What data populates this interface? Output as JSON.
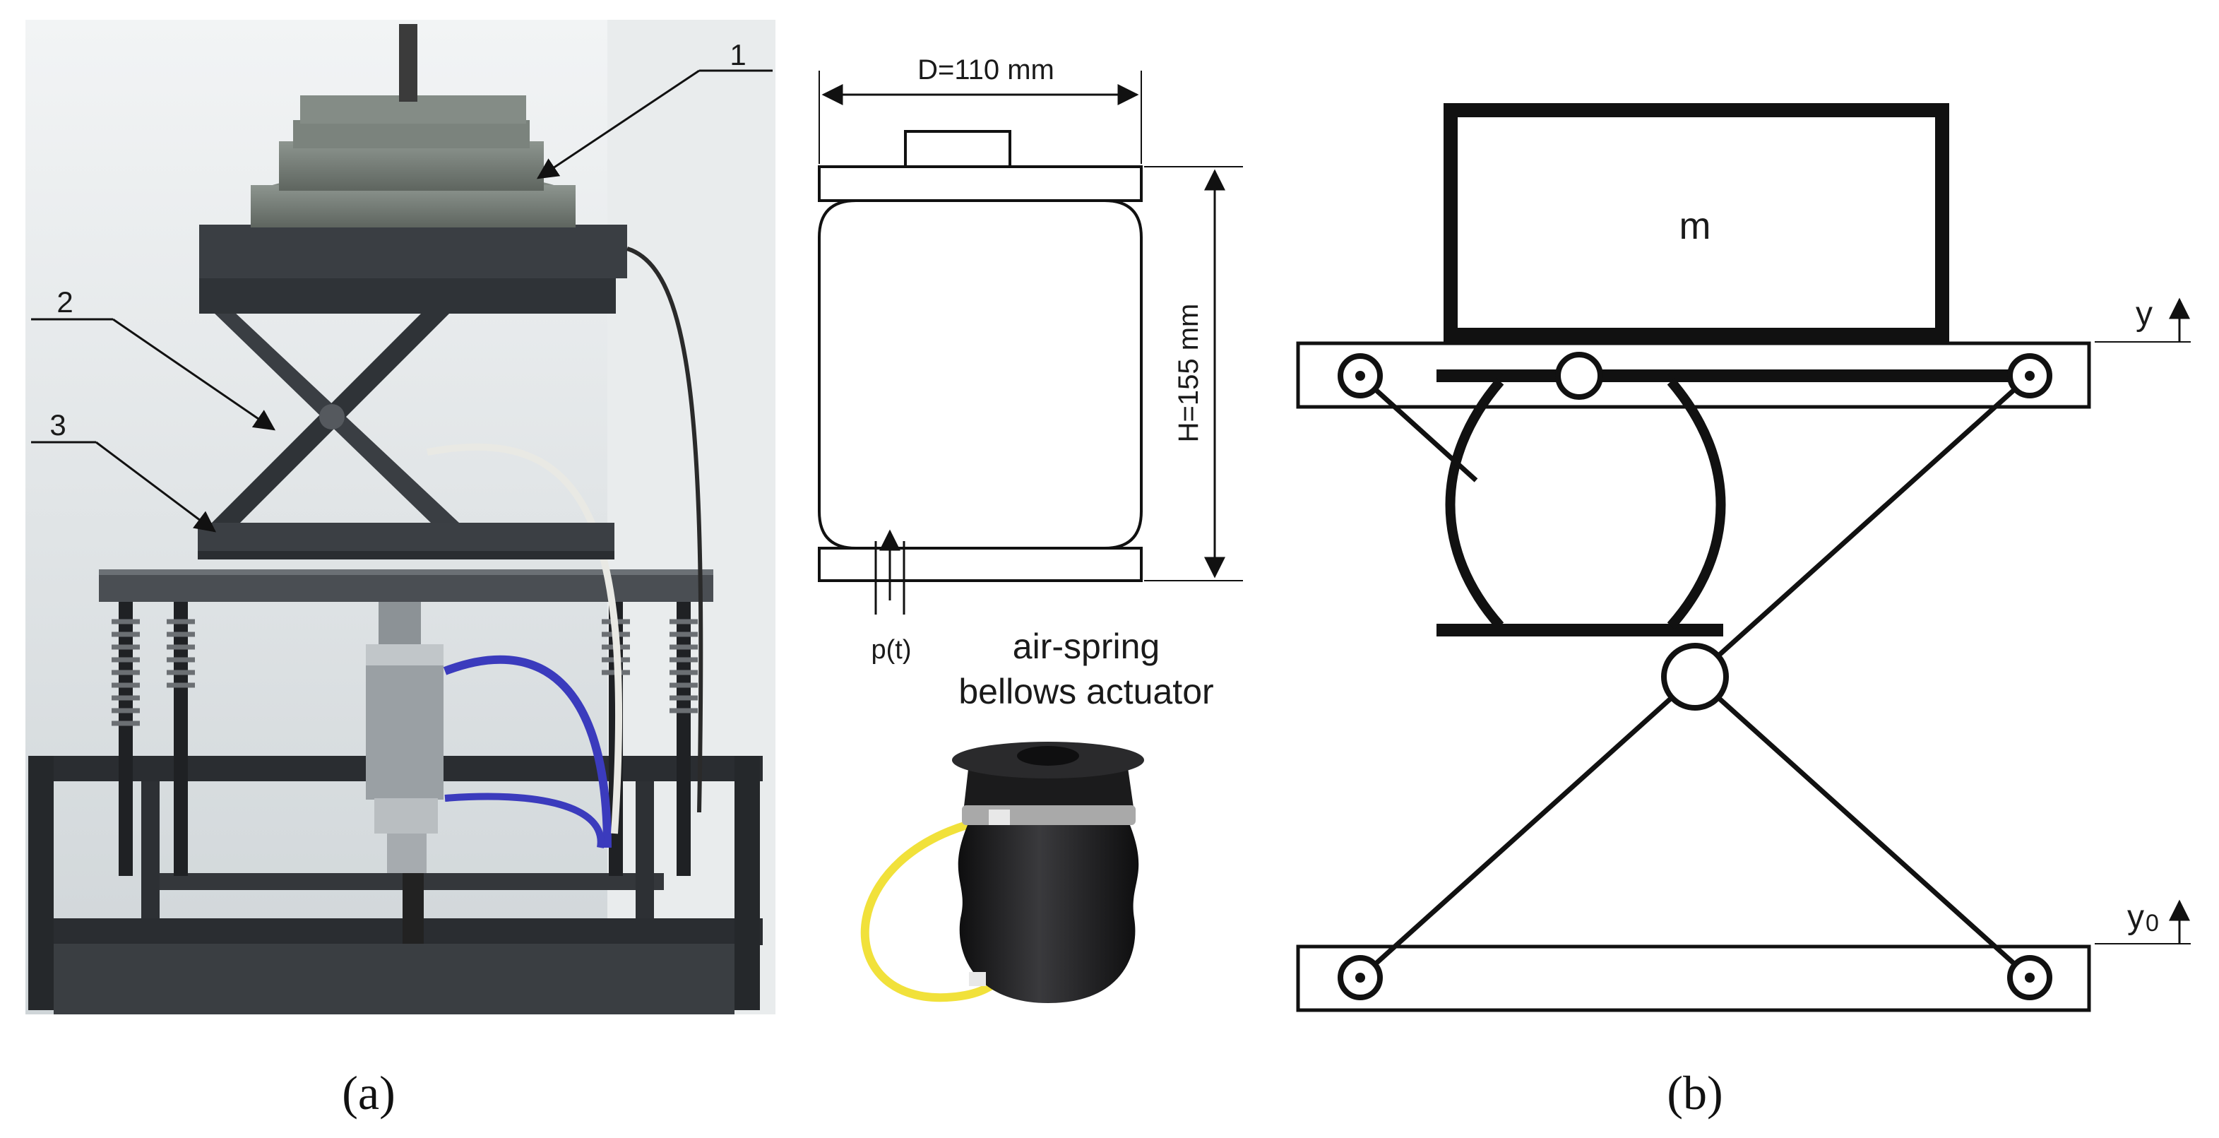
{
  "panel_a": {
    "caption": "(a)",
    "callouts": [
      "1",
      "2",
      "3"
    ],
    "dimension_diameter": "D=110 mm",
    "dimension_height": "H=155 mm",
    "pressure_label": "p(t)",
    "actuator_label_line1": "air-spring",
    "actuator_label_line2": "bellows actuator"
  },
  "panel_b": {
    "caption": "(b)",
    "mass_label": "m",
    "upper_coordinate": "y",
    "base_coordinate_main": "y",
    "base_coordinate_sub": "0"
  },
  "colors": {
    "line": "#111111",
    "photo_background": "#dfe4e6",
    "weights": "#6f7670",
    "frame_steel": "#2c2f33",
    "hose_blue": "#3b3bbd",
    "hose_yellow": "#f1e13a",
    "bellows_rubber": "#1b1b1c",
    "clamp_ring": "#a9a9a9"
  }
}
